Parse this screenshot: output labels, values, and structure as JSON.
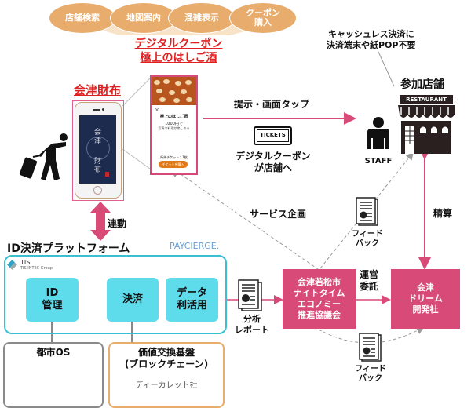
{
  "app_features": {
    "items": [
      "店舗検索",
      "地図案内",
      "混雑表示",
      "クーポン\n購入"
    ],
    "color": "#e8ac6c"
  },
  "coupon": {
    "title_line1": "デジタルクーポン",
    "title_line2": "極上のはしご酒",
    "popup": {
      "close": "×",
      "name": "極上のはしご酒",
      "price": "1000円で",
      "desc": "写真の料理が楽しめる",
      "count": "所持チケット：1枚",
      "button": "チケットを購入"
    }
  },
  "wallet": {
    "title": "会津財布",
    "screen_line1": "会\n津",
    "screen_line2": "財\n布"
  },
  "flows": {
    "present_tap": "提示・画面タップ",
    "tickets_badge": "TICKETS",
    "coupon_to_store": "デジタルクーポン\nが店舗へ",
    "service_planning": "サービス企画",
    "link": "連動",
    "settlement": "精算",
    "operation_outsourcing": "運営\n委託",
    "analysis_report": "分析\nレポート",
    "feedback_upper": "フィード\nバック",
    "feedback_lower": "フィード\nバック"
  },
  "store": {
    "callout": "キャッシュレス決済に\n決済端末や紙POP不要",
    "title": "参加店舗",
    "sign": "RESTAURANT",
    "staff_label": "STAFF"
  },
  "platform": {
    "title": "ID決済プラットフォーム",
    "partner_logo": "PAYCIERGE.",
    "tis_logo": "TIS",
    "tis_sub": "TIS INTEC Group",
    "modules": [
      "ID\n管理",
      "決済",
      "データ\n利活用"
    ],
    "module_color": "#5fdcec",
    "border_color": "#3bbfd3"
  },
  "foundations": {
    "city_os": "都市OS",
    "value_exchange_title": "価値交換基盤\n(ブロックチェーン)",
    "value_exchange_vendor": "ディーカレット社"
  },
  "organizations": {
    "council": "会津若松市\nナイトタイム\nエコノミー\n推進協議会",
    "dream": "会津\nドリーム\n開発社",
    "color": "#d84a78"
  }
}
